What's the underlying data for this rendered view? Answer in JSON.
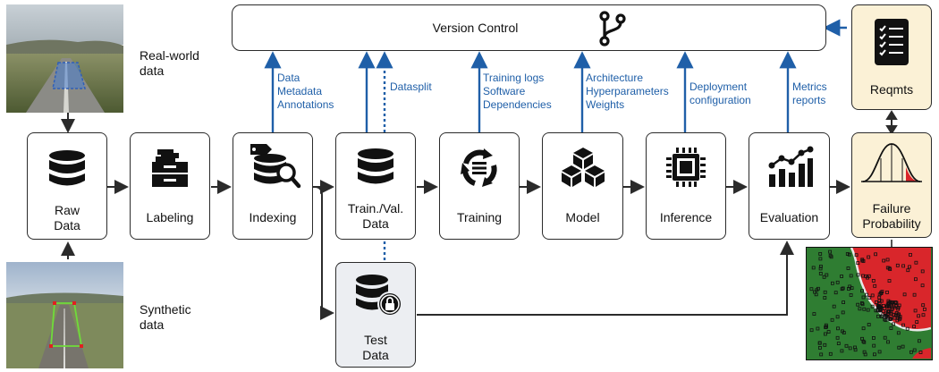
{
  "version_control": {
    "label": "Version Control",
    "icon": "git-branch-icon"
  },
  "side_labels": {
    "real_world": "Real-world\ndata",
    "synthetic": "Synthetic\ndata"
  },
  "stages": {
    "raw": "Raw\nData",
    "labeling": "Labeling",
    "indexing": "Indexing",
    "trainval": "Train./Val.\nData",
    "training": "Training",
    "model": "Model",
    "inference": "Inference",
    "evaluation": "Evaluation",
    "failure": "Failure\nProbability",
    "reqmts": "Reqmts",
    "test": "Test\nData"
  },
  "annotations": {
    "indexing": "Data\nMetadata\nAnnotations",
    "datasplit": "Datasplit",
    "training": "Training logs\nSoftware\nDependencies",
    "model": "Architecture\nHyperparameters\nWeights",
    "inference": "Deployment\nconfiguration",
    "evaluation": "Metrics\nreports"
  },
  "colors": {
    "accent_blue": "#1f5fa8",
    "box_border": "#2b2b2b",
    "cream": "#fbf1d6",
    "test_fill": "#eceef2",
    "fail_red": "#d9262b",
    "safe_green": "#2f7d32"
  }
}
